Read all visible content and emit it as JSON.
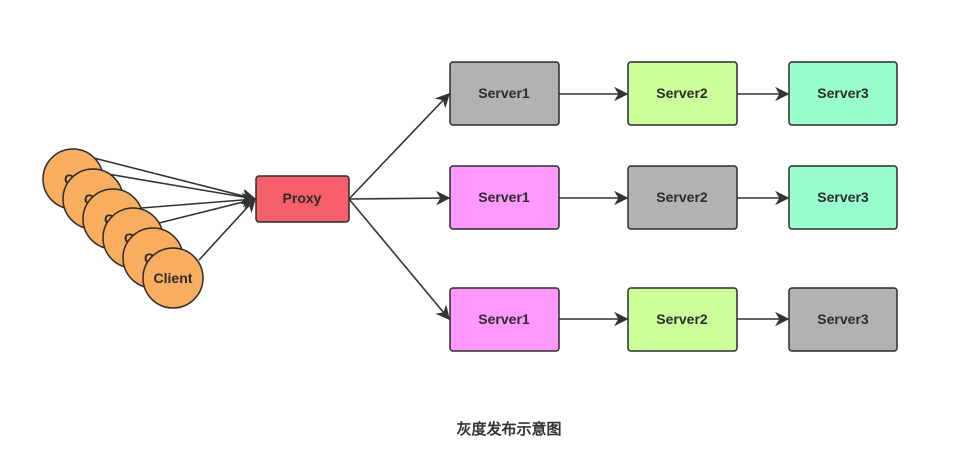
{
  "diagram": {
    "caption": "灰度发布示意图",
    "proxy": {
      "label": "Proxy",
      "color": "#f5606a"
    },
    "clients": [
      {
        "label": "Cli"
      },
      {
        "label": "Cli"
      },
      {
        "label": "Cli"
      },
      {
        "label": "Cli"
      },
      {
        "label": "Cli"
      },
      {
        "label": "Client"
      }
    ],
    "client_color": "#f9ad5f",
    "rows": [
      {
        "servers": [
          {
            "label": "Server1",
            "color": "#b2b2b2"
          },
          {
            "label": "Server2",
            "color": "#ccff99"
          },
          {
            "label": "Server3",
            "color": "#99ffcc"
          }
        ]
      },
      {
        "servers": [
          {
            "label": "Server1",
            "color": "#ff99ff"
          },
          {
            "label": "Server2",
            "color": "#b2b2b2"
          },
          {
            "label": "Server3",
            "color": "#99ffcc"
          }
        ]
      },
      {
        "servers": [
          {
            "label": "Server1",
            "color": "#ff99ff"
          },
          {
            "label": "Server2",
            "color": "#ccff99"
          },
          {
            "label": "Server3",
            "color": "#b2b2b2"
          }
        ]
      }
    ]
  }
}
